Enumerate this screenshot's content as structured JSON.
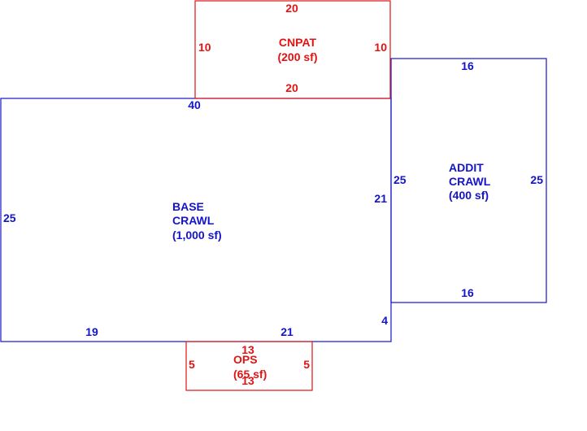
{
  "colors": {
    "base": "#1414c8",
    "attached": "#e01414",
    "background": "#ffffff"
  },
  "sketch": {
    "base": {
      "name_lines": [
        "BASE",
        "CRAWL"
      ],
      "area": "(1,000 sf)",
      "dims": {
        "top": "40",
        "left": "25",
        "right_upper": "21",
        "right_lower": "4",
        "bottom_left": "19",
        "bottom_right": "21"
      }
    },
    "addit": {
      "name_lines": [
        "ADDIT",
        "CRAWL"
      ],
      "area": "(400 sf)",
      "dims": {
        "top": "16",
        "left": "25",
        "right": "25",
        "bottom": "16"
      }
    },
    "cnpat": {
      "name": "CNPAT",
      "area": "(200 sf)",
      "dims": {
        "top": "20",
        "left": "10",
        "right": "10",
        "bottom": "20"
      }
    },
    "ops": {
      "name": "OPS",
      "area": "(65 sf)",
      "dims": {
        "top": "13",
        "left": "5",
        "right": "5",
        "bottom": "13"
      }
    }
  }
}
